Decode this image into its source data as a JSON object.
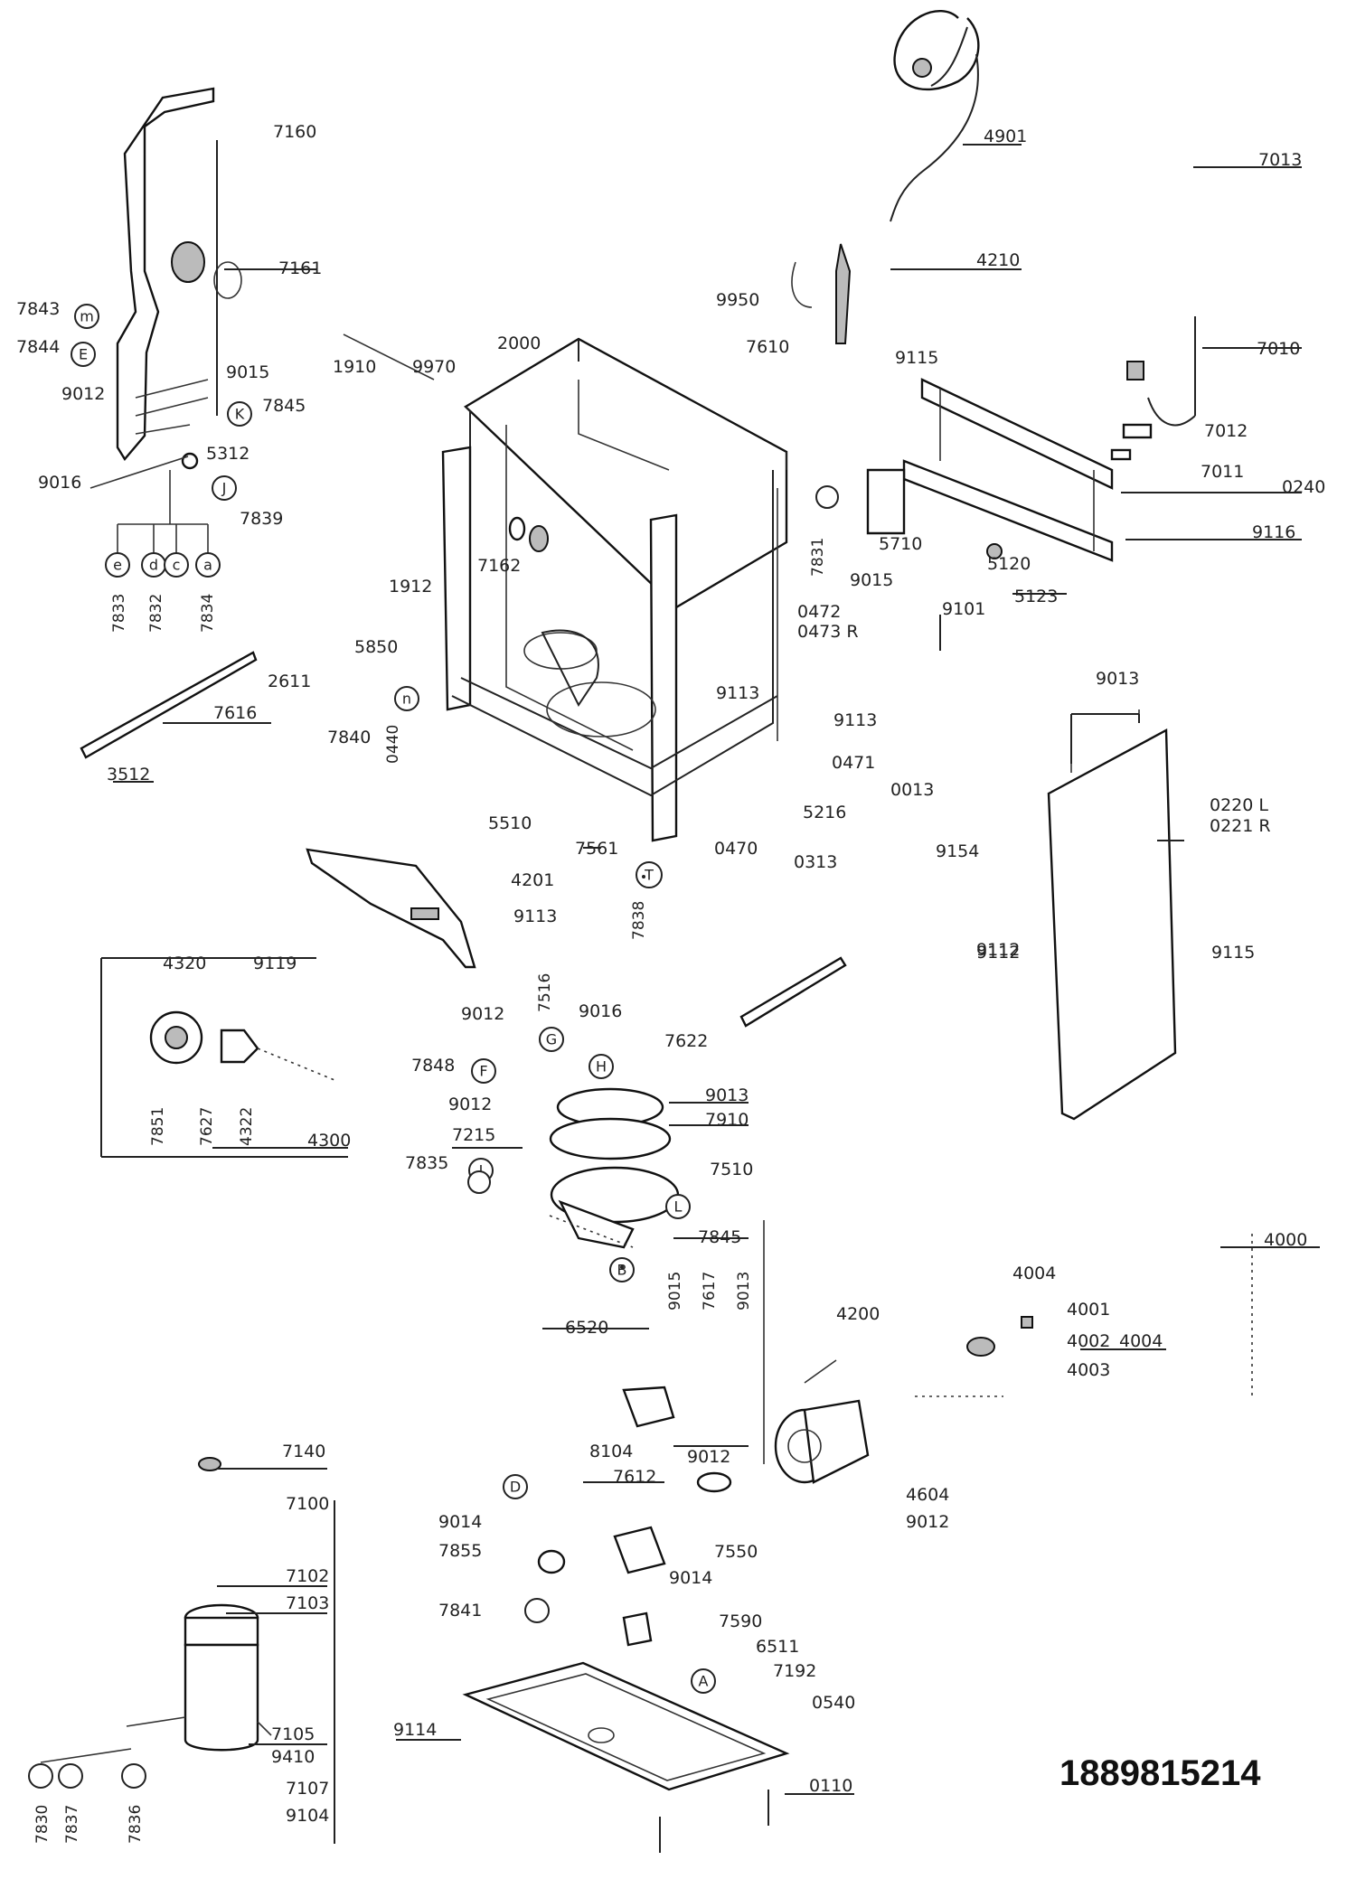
{
  "diagram_id": "1889815214",
  "labels": [
    {
      "id": "l7160",
      "text": "7160"
    },
    {
      "id": "l4901",
      "text": "4901"
    },
    {
      "id": "l7013",
      "text": "7013"
    },
    {
      "id": "l7161",
      "text": "7161"
    },
    {
      "id": "l4210",
      "text": "4210"
    },
    {
      "id": "l9950",
      "text": "9950"
    },
    {
      "id": "l7843",
      "text": "7843"
    },
    {
      "id": "l7844",
      "text": "7844"
    },
    {
      "id": "l9012a",
      "text": "9012"
    },
    {
      "id": "l9015a",
      "text": "9015"
    },
    {
      "id": "l1910",
      "text": "1910"
    },
    {
      "id": "l9970",
      "text": "9970"
    },
    {
      "id": "l2000",
      "text": "2000"
    },
    {
      "id": "l7610",
      "text": "7610"
    },
    {
      "id": "l7010",
      "text": "7010"
    },
    {
      "id": "l9115",
      "text": "9115"
    },
    {
      "id": "l7845a",
      "text": "7845"
    },
    {
      "id": "l7012",
      "text": "7012"
    },
    {
      "id": "l7011",
      "text": "7011"
    },
    {
      "id": "l9016",
      "text": "9016"
    },
    {
      "id": "l5312",
      "text": "5312"
    },
    {
      "id": "l0240",
      "text": "0240"
    },
    {
      "id": "l7839",
      "text": "7839"
    },
    {
      "id": "l9116",
      "text": "9116"
    },
    {
      "id": "l7162",
      "text": "7162"
    },
    {
      "id": "l7831",
      "text": "7831"
    },
    {
      "id": "l5710",
      "text": "5710"
    },
    {
      "id": "l9015b",
      "text": "9015"
    },
    {
      "id": "l5120",
      "text": "5120"
    },
    {
      "id": "l1912",
      "text": "1912"
    },
    {
      "id": "l5123",
      "text": "5123"
    },
    {
      "id": "l9101",
      "text": "9101"
    },
    {
      "id": "l0472",
      "text": "0472"
    },
    {
      "id": "l0473",
      "text": "0473 R"
    },
    {
      "id": "l5850",
      "text": "5850"
    },
    {
      "id": "l2611",
      "text": "2611"
    },
    {
      "id": "l7616",
      "text": "7616"
    },
    {
      "id": "l9013a",
      "text": "9013"
    },
    {
      "id": "l7840",
      "text": "7840"
    },
    {
      "id": "l0440",
      "text": "0440"
    },
    {
      "id": "l9113a",
      "text": "9113"
    },
    {
      "id": "l9113b",
      "text": "9113"
    },
    {
      "id": "l9112a",
      "text": "9112"
    },
    {
      "id": "l0471",
      "text": "0471"
    },
    {
      "id": "l0013",
      "text": "0013"
    },
    {
      "id": "l3512",
      "text": "3512"
    },
    {
      "id": "l5216",
      "text": "5216"
    },
    {
      "id": "l5510",
      "text": "5510"
    },
    {
      "id": "l0220",
      "text": "0220 L"
    },
    {
      "id": "l0221",
      "text": "0221 R"
    },
    {
      "id": "l7561",
      "text": "7561"
    },
    {
      "id": "l0470",
      "text": "0470"
    },
    {
      "id": "l0313",
      "text": "0313"
    },
    {
      "id": "l9154",
      "text": "9154"
    },
    {
      "id": "l4201",
      "text": "4201"
    },
    {
      "id": "l9113c",
      "text": "9113"
    },
    {
      "id": "l7838",
      "text": "7838"
    },
    {
      "id": "l4320",
      "text": "4320"
    },
    {
      "id": "l9119",
      "text": "9119"
    },
    {
      "id": "l9112b",
      "text": "9112"
    },
    {
      "id": "l9115b",
      "text": "9115"
    },
    {
      "id": "l9012b",
      "text": "9012"
    },
    {
      "id": "l7516",
      "text": "7516"
    },
    {
      "id": "l9016b",
      "text": "9016"
    },
    {
      "id": "l7622",
      "text": "7622"
    },
    {
      "id": "l7848",
      "text": "7848"
    },
    {
      "id": "l9012c",
      "text": "9012"
    },
    {
      "id": "l9013b",
      "text": "9013"
    },
    {
      "id": "l7910",
      "text": "7910"
    },
    {
      "id": "l7215",
      "text": "7215"
    },
    {
      "id": "l7510",
      "text": "7510"
    },
    {
      "id": "l7835",
      "text": "7835"
    },
    {
      "id": "l4300",
      "text": "4300"
    },
    {
      "id": "l7845b",
      "text": "7845"
    },
    {
      "id": "l4000",
      "text": "4000"
    },
    {
      "id": "l4004a",
      "text": "4004"
    },
    {
      "id": "l4001",
      "text": "4001"
    },
    {
      "id": "l4002",
      "text": "4002"
    },
    {
      "id": "l4004b",
      "text": "4004"
    },
    {
      "id": "l4003",
      "text": "4003"
    },
    {
      "id": "l9015c",
      "text": "9015"
    },
    {
      "id": "l7617",
      "text": "7617"
    },
    {
      "id": "l9013c",
      "text": "9013"
    },
    {
      "id": "l4200",
      "text": "4200"
    },
    {
      "id": "l6520",
      "text": "6520"
    },
    {
      "id": "l8104",
      "text": "8104"
    },
    {
      "id": "l7612",
      "text": "7612"
    },
    {
      "id": "l9012d",
      "text": "9012"
    },
    {
      "id": "l7140",
      "text": "7140"
    },
    {
      "id": "l4604",
      "text": "4604"
    },
    {
      "id": "l9012e",
      "text": "9012"
    },
    {
      "id": "l7100",
      "text": "7100"
    },
    {
      "id": "l9014a",
      "text": "9014"
    },
    {
      "id": "l7550",
      "text": "7550"
    },
    {
      "id": "l7855",
      "text": "7855"
    },
    {
      "id": "l9014b",
      "text": "9014"
    },
    {
      "id": "l7102",
      "text": "7102"
    },
    {
      "id": "l7103",
      "text": "7103"
    },
    {
      "id": "l7841",
      "text": "7841"
    },
    {
      "id": "l7590",
      "text": "7590"
    },
    {
      "id": "l6511",
      "text": "6511"
    },
    {
      "id": "l7192",
      "text": "7192"
    },
    {
      "id": "l0540",
      "text": "0540"
    },
    {
      "id": "l7105",
      "text": "7105"
    },
    {
      "id": "l9410",
      "text": "9410"
    },
    {
      "id": "l9114",
      "text": "9114"
    },
    {
      "id": "l7107",
      "text": "7107"
    },
    {
      "id": "l9104",
      "text": "9104"
    },
    {
      "id": "l0110",
      "text": "0110"
    },
    {
      "id": "l7830",
      "text": "7830"
    },
    {
      "id": "l7837",
      "text": "7837"
    },
    {
      "id": "l7836",
      "text": "7836"
    },
    {
      "id": "l7833",
      "text": "7833"
    },
    {
      "id": "l7832",
      "text": "7832"
    },
    {
      "id": "l7834",
      "text": "7834"
    },
    {
      "id": "l7851",
      "text": "7851"
    },
    {
      "id": "l7627",
      "text": "7627"
    },
    {
      "id": "l4322",
      "text": "4322"
    }
  ],
  "callouts": [
    {
      "id": "cm",
      "text": "m"
    },
    {
      "id": "cE",
      "text": "E"
    },
    {
      "id": "cK",
      "text": "K"
    },
    {
      "id": "cJ",
      "text": "J"
    },
    {
      "id": "ce",
      "text": "e"
    },
    {
      "id": "cd",
      "text": "d"
    },
    {
      "id": "cc",
      "text": "c"
    },
    {
      "id": "ca",
      "text": "a"
    },
    {
      "id": "cn",
      "text": "n"
    },
    {
      "id": "cT",
      "text": "T"
    },
    {
      "id": "cG",
      "text": "G"
    },
    {
      "id": "cH",
      "text": "H"
    },
    {
      "id": "cF",
      "text": "F"
    },
    {
      "id": "cI",
      "text": "I"
    },
    {
      "id": "cL",
      "text": "L"
    },
    {
      "id": "cB",
      "text": "B"
    },
    {
      "id": "cD",
      "text": "D"
    },
    {
      "id": "cA",
      "text": "A"
    }
  ]
}
